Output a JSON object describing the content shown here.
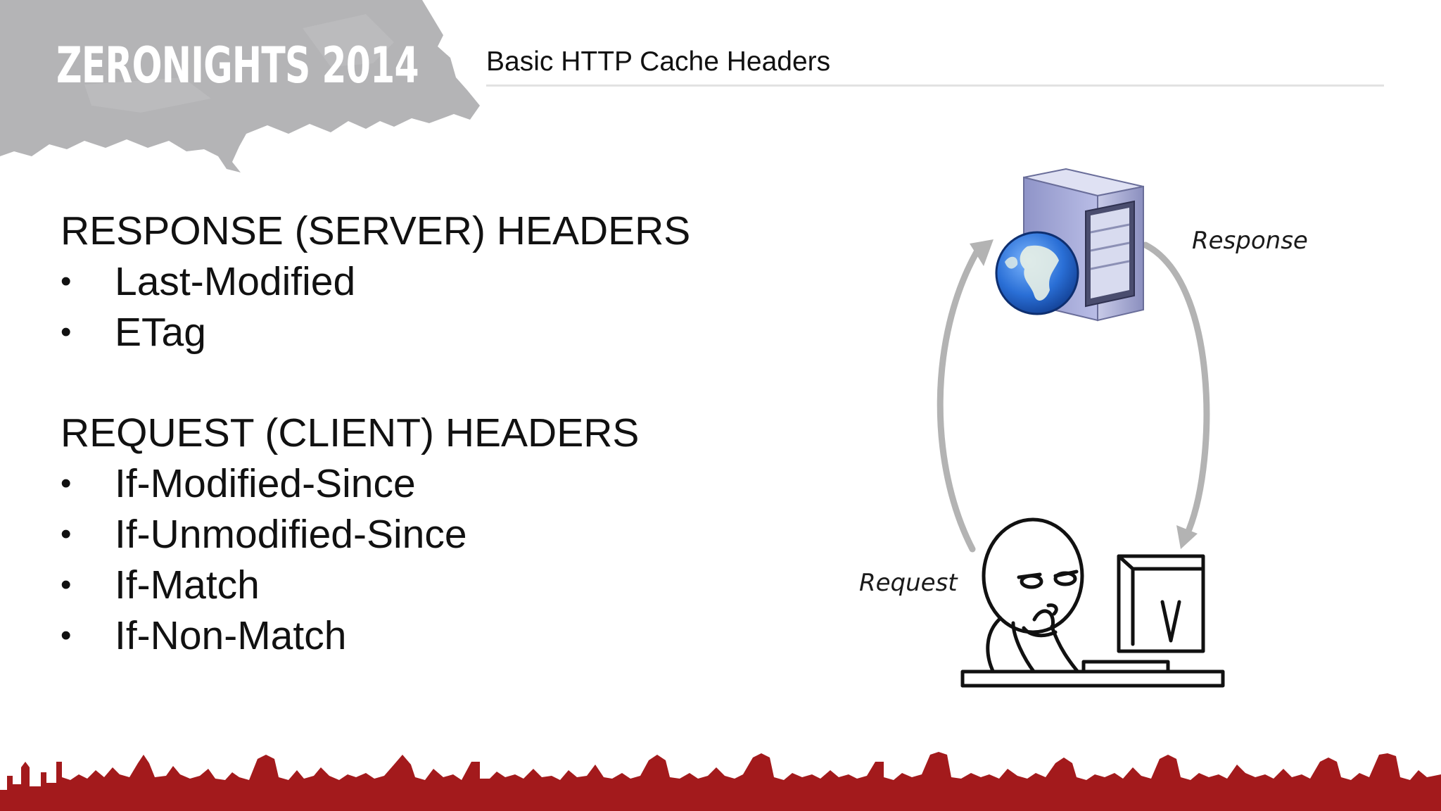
{
  "header": {
    "logo_text": "ZERONIGHTS 2014",
    "title": "Basic HTTP Cache Headers"
  },
  "content": {
    "response_heading": "RESPONSE (SERVER) HEADERS",
    "response_items": [
      "Last-Modified",
      "ETag"
    ],
    "request_heading": "REQUEST (CLIENT) HEADERS",
    "request_items": [
      "If-Modified-Since",
      "If-Unmodified-Since",
      "If-Match",
      "If-Non-Match"
    ],
    "bullet": "•"
  },
  "diagram": {
    "response_label": "Response",
    "request_label": "Request",
    "server_icon": "server-with-globe-icon",
    "user_icon": "user-at-computer-icon",
    "arrow_color": "#b3b3b3"
  },
  "colors": {
    "brand_grey": "#b4b4b6",
    "skyline_red": "#a31a1c"
  }
}
